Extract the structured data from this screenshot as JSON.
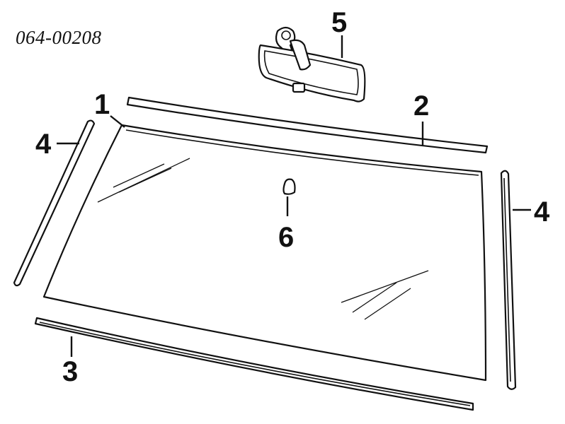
{
  "diagram": {
    "reference_code": "064-00208",
    "callouts": {
      "windshield": "1",
      "upper_molding": "2",
      "lower_molding": "3",
      "left_side_molding": "4",
      "right_side_molding": "4",
      "rearview_mirror": "5",
      "mirror_mount_button": "6"
    }
  }
}
